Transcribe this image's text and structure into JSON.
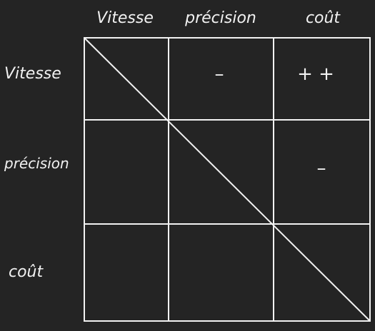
{
  "diagram": {
    "colors": {
      "background": "#242424",
      "ink": "#f2f2f2"
    },
    "columns": [
      "Vitesse",
      "précision",
      "coût"
    ],
    "rows": [
      "Vitesse",
      "précision",
      "coût"
    ],
    "cells": [
      [
        "",
        "–",
        "+ +"
      ],
      [
        "",
        "",
        "–"
      ],
      [
        "",
        "",
        ""
      ]
    ]
  }
}
